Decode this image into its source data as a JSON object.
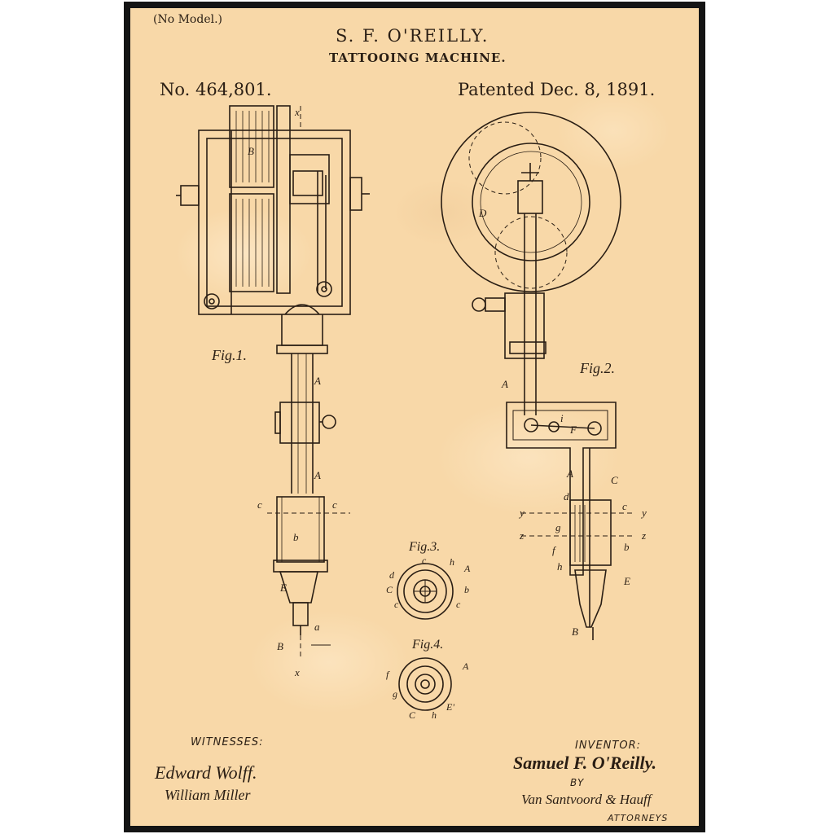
{
  "header": {
    "no_model": "(No Model.)",
    "inventor_name": "S. F. O'REILLY.",
    "title": "TATTOOING MACHINE.",
    "patent_number": "No. 464,801.",
    "patent_date": "Patented Dec. 8, 1891."
  },
  "figures": {
    "fig1": "Fig.1.",
    "fig2": "Fig.2.",
    "fig3": "Fig.3.",
    "fig4": "Fig.4."
  },
  "letters": {
    "fig1": {
      "x_top": "x",
      "B": "B",
      "A1": "A",
      "A2": "A",
      "c_left": "c",
      "c_right": "c",
      "b": "b",
      "E": "E",
      "a": "a",
      "B_bottom": "B",
      "x_bottom": "x"
    },
    "fig2": {
      "D": "D",
      "A": "A",
      "F": "F",
      "i": "i",
      "A2": "A",
      "C": "C",
      "d": "d",
      "y_left": "y",
      "c": "c",
      "y_right": "y",
      "z_left": "z",
      "g": "g",
      "z_right": "z",
      "f": "f",
      "b": "b",
      "h": "h",
      "E": "E",
      "B": "B"
    },
    "fig3": {
      "c_top": "c",
      "h": "h",
      "A": "A",
      "d": "d",
      "C": "C",
      "b": "b",
      "c_left": "c",
      "c_right": "c"
    },
    "fig4": {
      "f": "f",
      "A": "A",
      "g": "g",
      "C": "C",
      "h": "h",
      "E": "E'"
    }
  },
  "footer": {
    "witnesses_label": "WITNESSES:",
    "witness1": "Edward Wolff.",
    "witness2": "William Miller",
    "inventor_label": "INVENTOR:",
    "inventor_signature": "Samuel F. O'Reilly.",
    "by": "BY",
    "attorney_signature": "Van Santvoord & Hauff",
    "attorneys_label": "ATTORNEYS"
  },
  "colors": {
    "paper": "#f8d8a8",
    "ink": "#2a1e14",
    "frame": "#141414"
  }
}
